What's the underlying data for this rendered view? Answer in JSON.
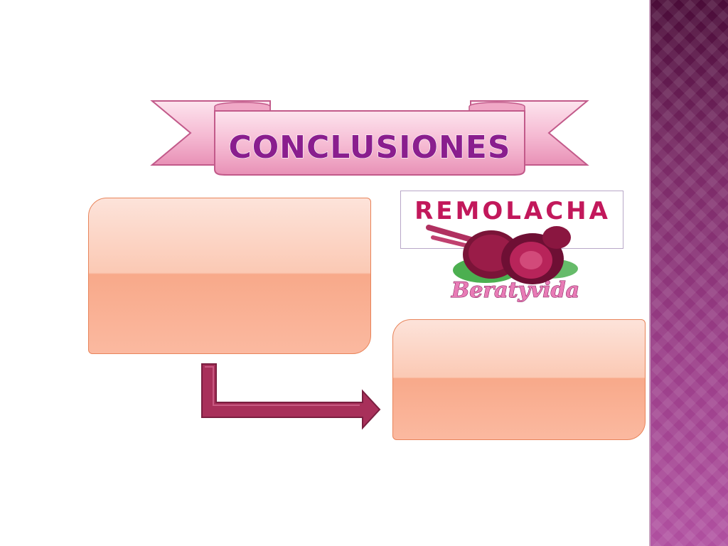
{
  "slide": {
    "title": "CONCLUSIONES",
    "logo": {
      "word": "REMOLACHA",
      "brand": "Beratyvida",
      "image": "beetroot-illustration"
    },
    "colors": {
      "title": "#8a1e8e",
      "ribbon": "#f5bfd6",
      "box_fill": "#fbc0a8",
      "box_border": "#e8845a",
      "arrow": "#a8305a",
      "side_band": "#7a2a66"
    },
    "icons": [
      "ribbon-banner",
      "elbow-arrow-icon",
      "beet-icon"
    ]
  }
}
